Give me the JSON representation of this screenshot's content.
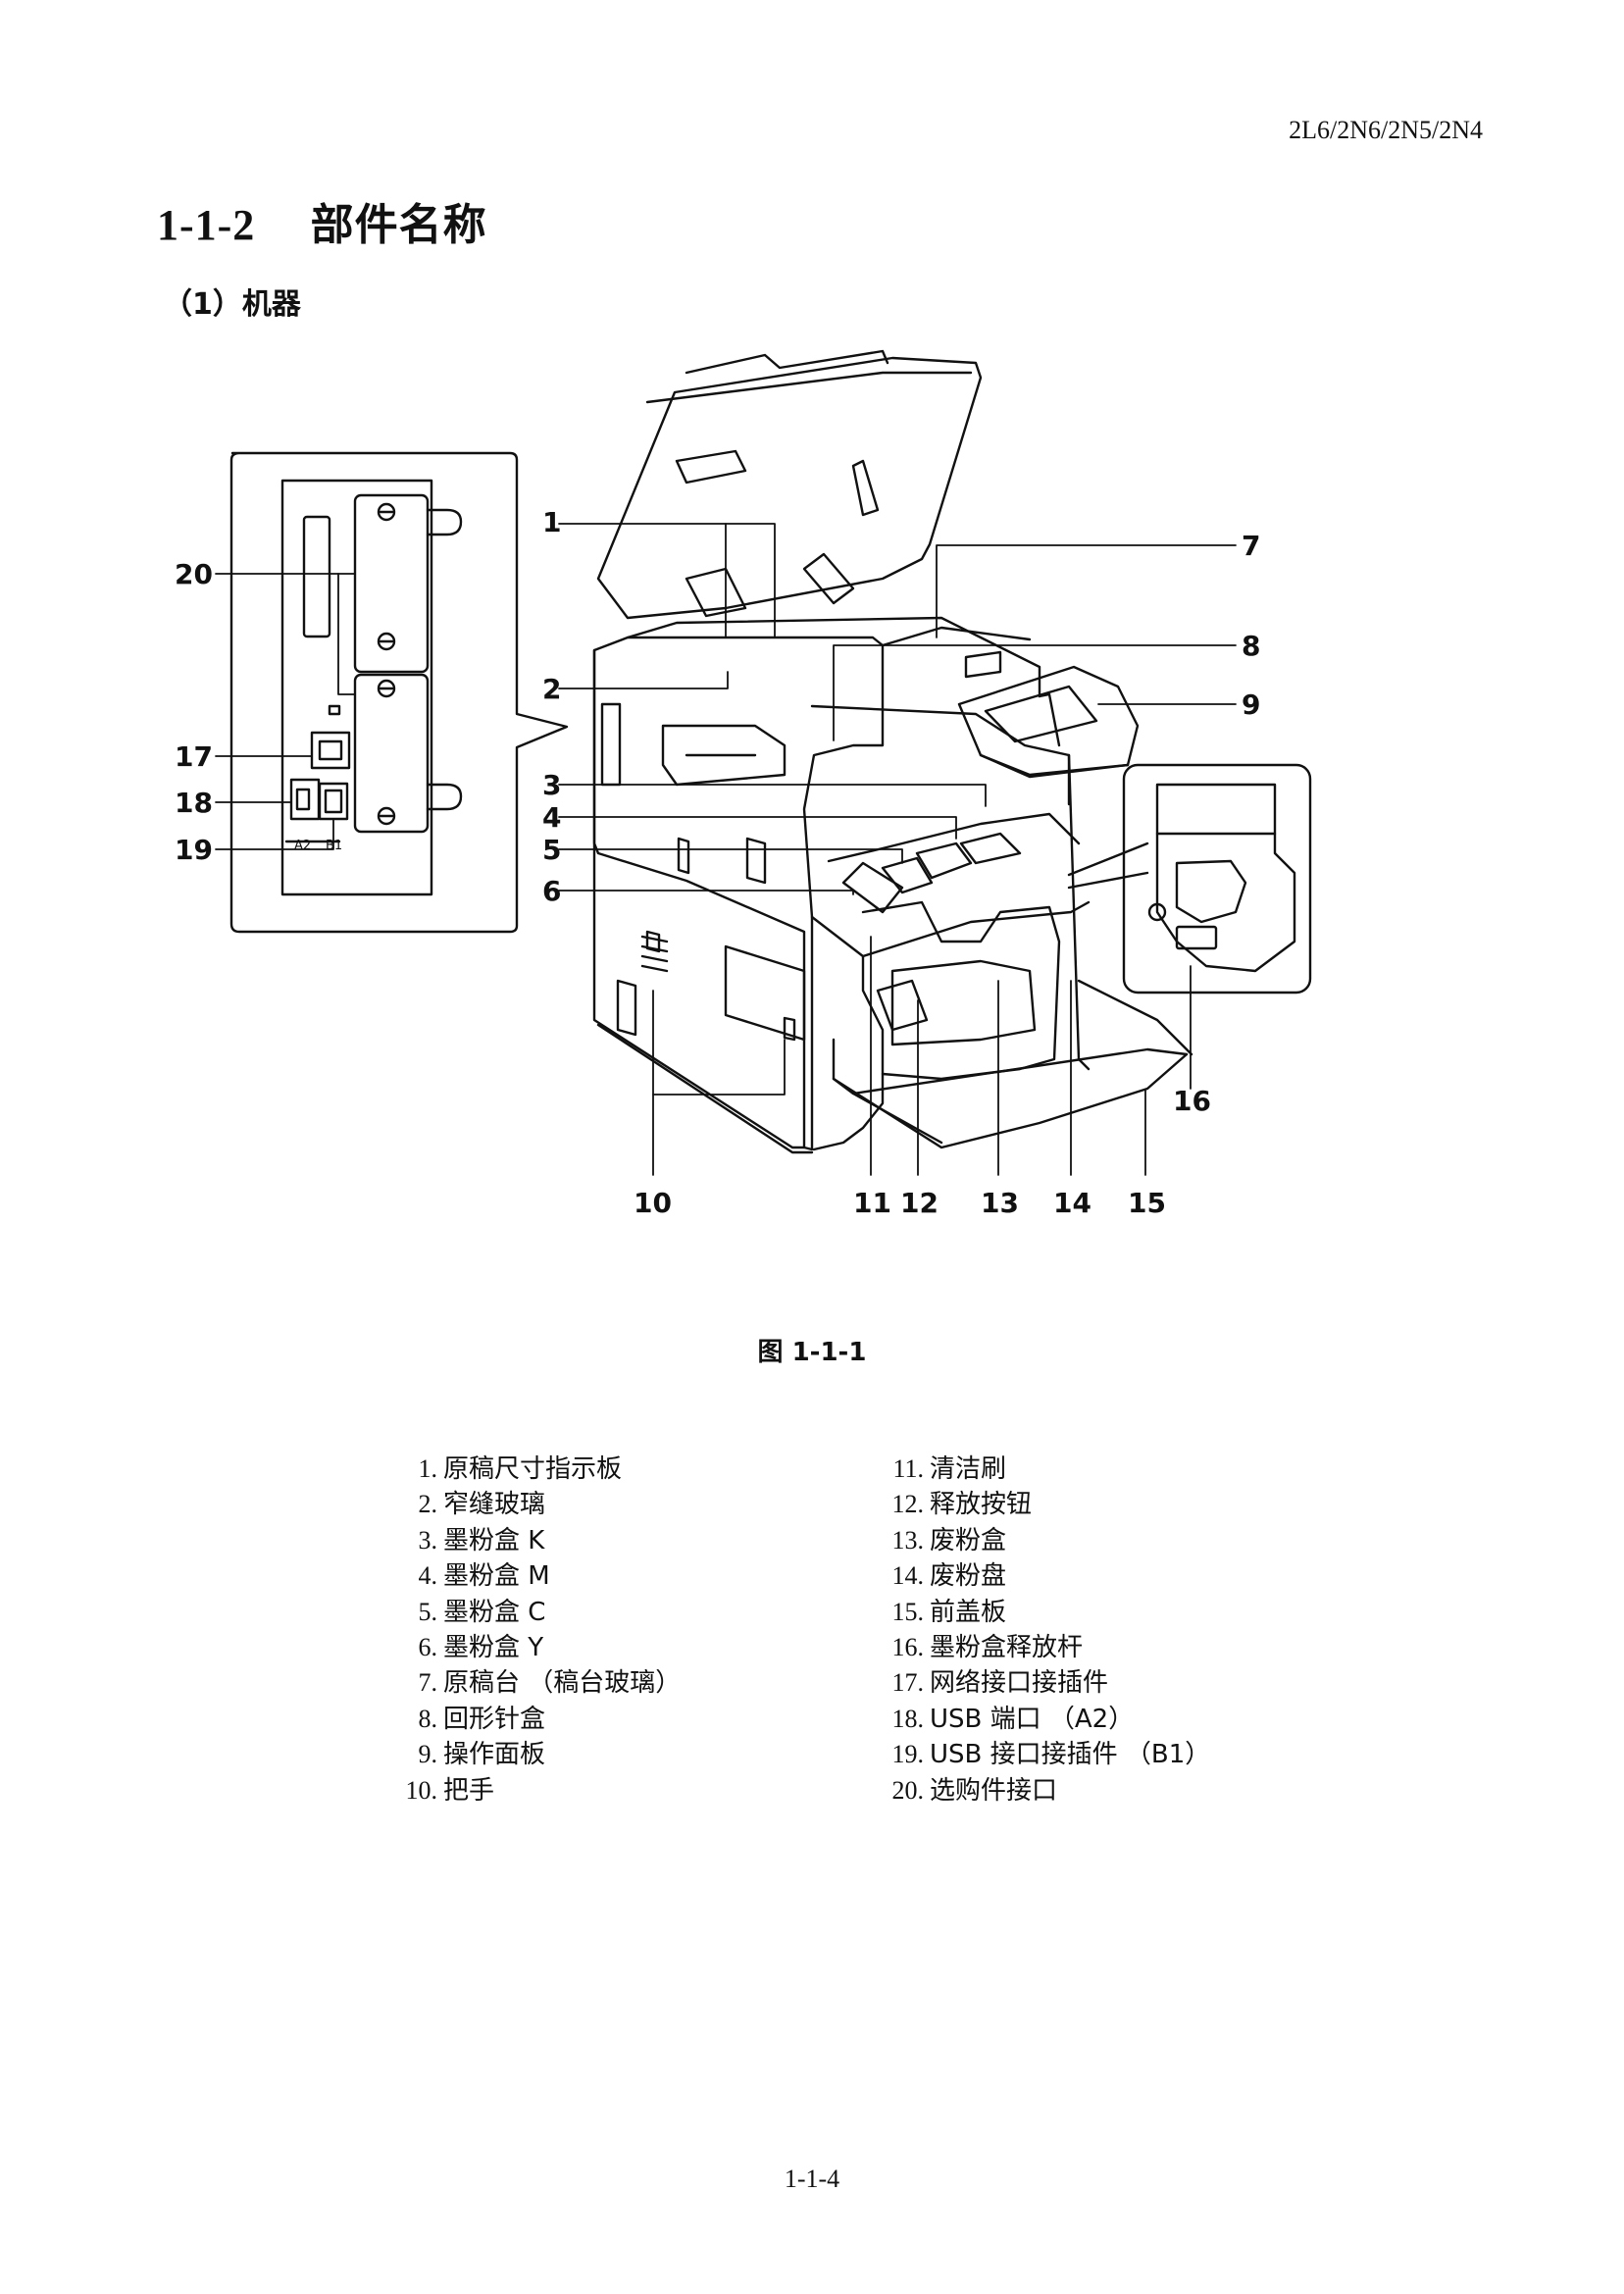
{
  "header": {
    "model_code": "2L6/2N6/2N5/2N4"
  },
  "section": {
    "number": "1-1-2",
    "title": "部件名称"
  },
  "subsection": {
    "title": "（1）机器"
  },
  "figure": {
    "callouts": [
      "1",
      "2",
      "3",
      "4",
      "5",
      "6",
      "7",
      "8",
      "9",
      "10",
      "11",
      "12",
      "13",
      "14",
      "15",
      "16",
      "17",
      "18",
      "19",
      "20"
    ],
    "port_labels": {
      "a2": "A2",
      "b1": "B1"
    },
    "caption": "图 1-1-1"
  },
  "legend": {
    "left": [
      {
        "num": "1.",
        "text": "原稿尺寸指示板"
      },
      {
        "num": "2.",
        "text": "窄缝玻璃"
      },
      {
        "num": "3.",
        "text": "墨粉盒 K"
      },
      {
        "num": "4.",
        "text": "墨粉盒 M"
      },
      {
        "num": "5.",
        "text": "墨粉盒 C"
      },
      {
        "num": "6.",
        "text": "墨粉盒 Y"
      },
      {
        "num": "7.",
        "text": "原稿台 （稿台玻璃）"
      },
      {
        "num": "8.",
        "text": "回形针盒"
      },
      {
        "num": "9.",
        "text": "操作面板"
      },
      {
        "num": "10.",
        "text": "把手"
      }
    ],
    "right": [
      {
        "num": "11.",
        "text": "清洁刷"
      },
      {
        "num": "12.",
        "text": "释放按钮"
      },
      {
        "num": "13.",
        "text": "废粉盒"
      },
      {
        "num": "14.",
        "text": "废粉盘"
      },
      {
        "num": "15.",
        "text": "前盖板"
      },
      {
        "num": "16.",
        "text": "墨粉盒释放杆"
      },
      {
        "num": "17.",
        "text": "网络接口接插件"
      },
      {
        "num": "18.",
        "text": "USB 端口 （A2）"
      },
      {
        "num": "19.",
        "text": "USB 接口接插件 （B1）"
      },
      {
        "num": "20.",
        "text": "选购件接口"
      }
    ]
  },
  "page": {
    "number": "1-1-4"
  }
}
